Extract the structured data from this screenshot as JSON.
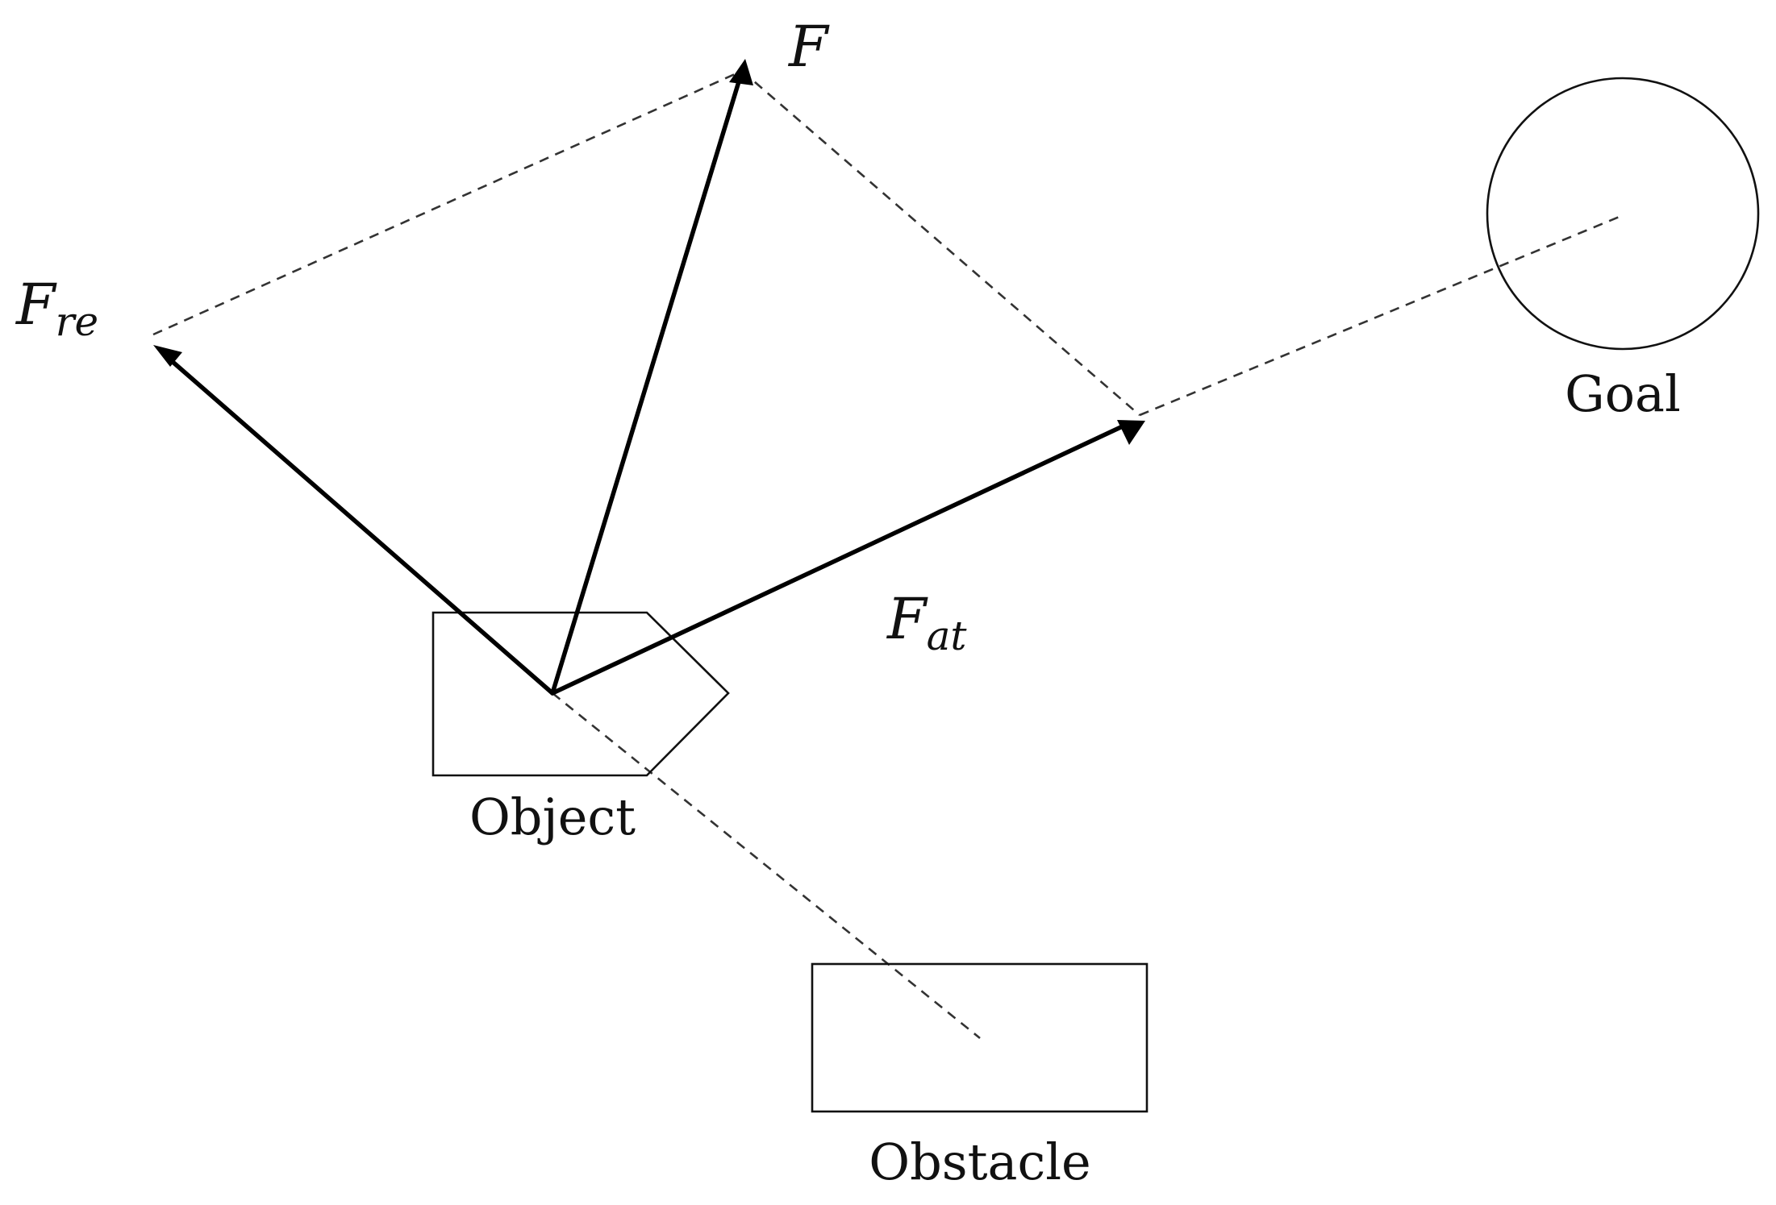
{
  "labels": {
    "goal": "Goal",
    "object": "Object",
    "obstacle": "Obstacle"
  },
  "forces": {
    "resultant": {
      "symbol": "F"
    },
    "repulsive": {
      "symbol": "F",
      "subscript": "re"
    },
    "attractive": {
      "symbol": "F",
      "subscript": "at"
    }
  }
}
